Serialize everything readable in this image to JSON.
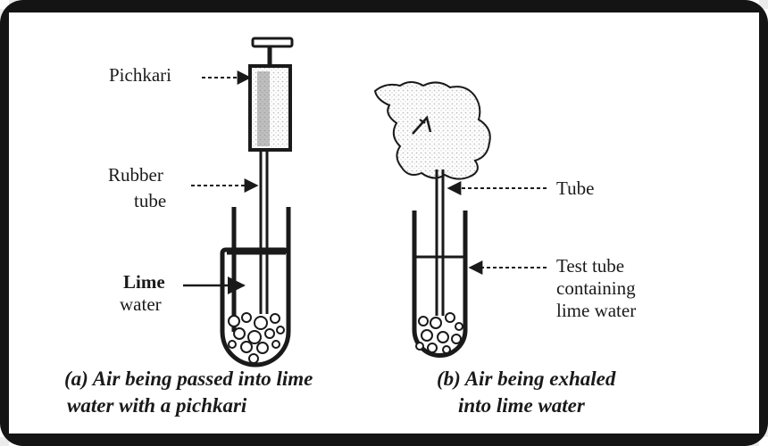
{
  "colors": {
    "background": "#141414",
    "ink": "#1a1a1a",
    "paper": "#ffffff",
    "dot": "#bdbdbd"
  },
  "panel_a": {
    "label_pichkari": "Pichkari",
    "label_rubber_line1": "Rubber",
    "label_rubber_line2": "tube",
    "label_lime_line1": "Lime",
    "label_lime_line2": "water",
    "caption_line1": "(a) Air being passed into lime",
    "caption_line2": "water with a pichkari"
  },
  "panel_b": {
    "label_tube": "Tube",
    "label_testtube_line1": "Test tube",
    "label_testtube_line2": "containing",
    "label_testtube_line3": "lime water",
    "caption_line1": "(b) Air being exhaled",
    "caption_line2": "into lime water"
  }
}
